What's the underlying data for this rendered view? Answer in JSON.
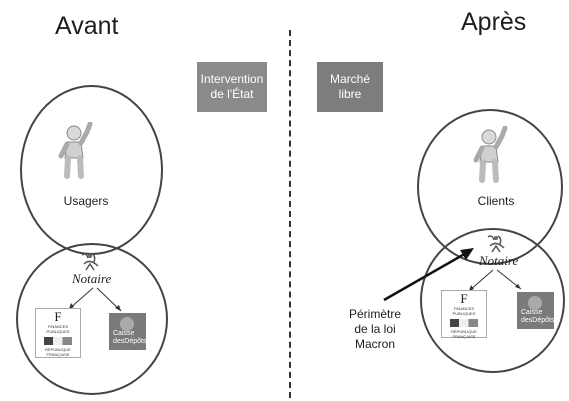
{
  "columns": {
    "before_title": "Avant",
    "after_title": "Après"
  },
  "boxes": {
    "state_intervention": "Intervention\nde l'État",
    "free_market": "Marché libre"
  },
  "left": {
    "people_label": "Usagers",
    "notary_label": "Notaire",
    "fin_pub_label": "FINANCES PUBLIQUES",
    "republic_label": "RÉPUBLIQUE FRANÇAISE",
    "cdc_line1": "Caisse",
    "cdc_line2": "des",
    "cdc_line3": "Dépôts"
  },
  "right": {
    "people_label": "Clients",
    "notary_label": "Notaire",
    "fin_pub_label": "FINANCES PUBLIQUES",
    "republic_label": "RÉPUBLIQUE FRANÇAISE",
    "cdc_line1": "Caisse",
    "cdc_line2": "des",
    "cdc_line3": "Dépôts",
    "annotation_line1": "Périmètre",
    "annotation_line2": "de la loi",
    "annotation_line3": "Macron"
  },
  "colors": {
    "box_state": "#8a8a8a",
    "box_market": "#7d7d7d",
    "cdc_bg": "#7a7a7a"
  },
  "icons": [
    "person-waving-icon",
    "notaire-logo-icon",
    "finances-publiques-logo-icon",
    "caisse-des-depots-logo-icon",
    "arrow-icon"
  ]
}
